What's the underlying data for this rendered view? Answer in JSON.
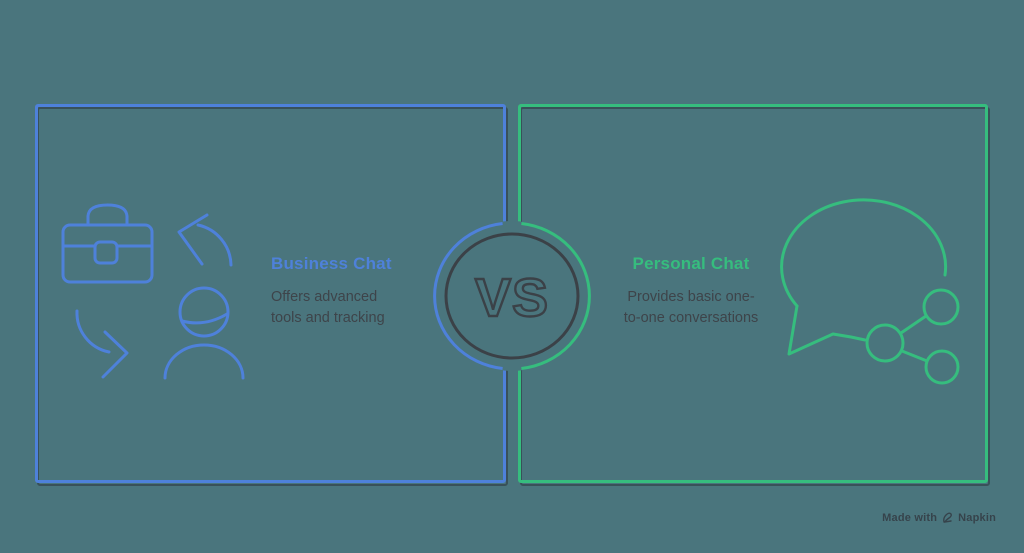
{
  "canvas": {
    "background": "#4a757d"
  },
  "colors": {
    "blue": "#4e81da",
    "green": "#36bd7e",
    "dark": "#3b4147",
    "text_dark": "#3e444a",
    "watermark": "#333b43"
  },
  "versus": {
    "label": "VS"
  },
  "left_panel": {
    "title": "Business Chat",
    "description": {
      "line1": "Offers advanced",
      "line2": "tools and tracking"
    }
  },
  "right_panel": {
    "title": "Personal Chat",
    "description": {
      "line1": "Provides basic one-",
      "line2": "to-one conversations"
    }
  },
  "watermark": {
    "prefix": "Made with",
    "brand": "Napkin"
  },
  "icons": {
    "left": [
      "briefcase-icon",
      "cycle-arrows-icon",
      "person-icon"
    ],
    "center": "vs-badge",
    "right": [
      "chat-bubble-icon",
      "share-network-icon"
    ]
  }
}
